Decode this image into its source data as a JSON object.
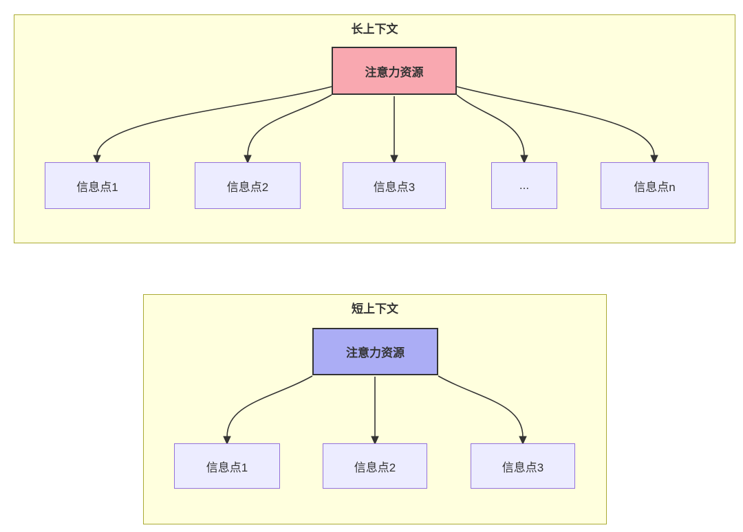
{
  "colors": {
    "container_fill": "#ffffde",
    "container_border": "#aaaa33",
    "attention_long_fill": "#f9a8b0",
    "attention_short_fill": "#abadf5",
    "attention_border": "#333333",
    "info_fill": "#ececff",
    "info_border": "#9370db",
    "edge_color": "#333333",
    "text_color": "#333333"
  },
  "long_context": {
    "title": "长上下文",
    "attention_node": {
      "label": "注意力资源"
    },
    "info_nodes": [
      {
        "label": "信息点1"
      },
      {
        "label": "信息点2"
      },
      {
        "label": "信息点3"
      },
      {
        "label": "..."
      },
      {
        "label": "信息点n"
      }
    ]
  },
  "short_context": {
    "title": "短上下文",
    "attention_node": {
      "label": "注意力资源"
    },
    "info_nodes": [
      {
        "label": "信息点1"
      },
      {
        "label": "信息点2"
      },
      {
        "label": "信息点3"
      }
    ]
  }
}
